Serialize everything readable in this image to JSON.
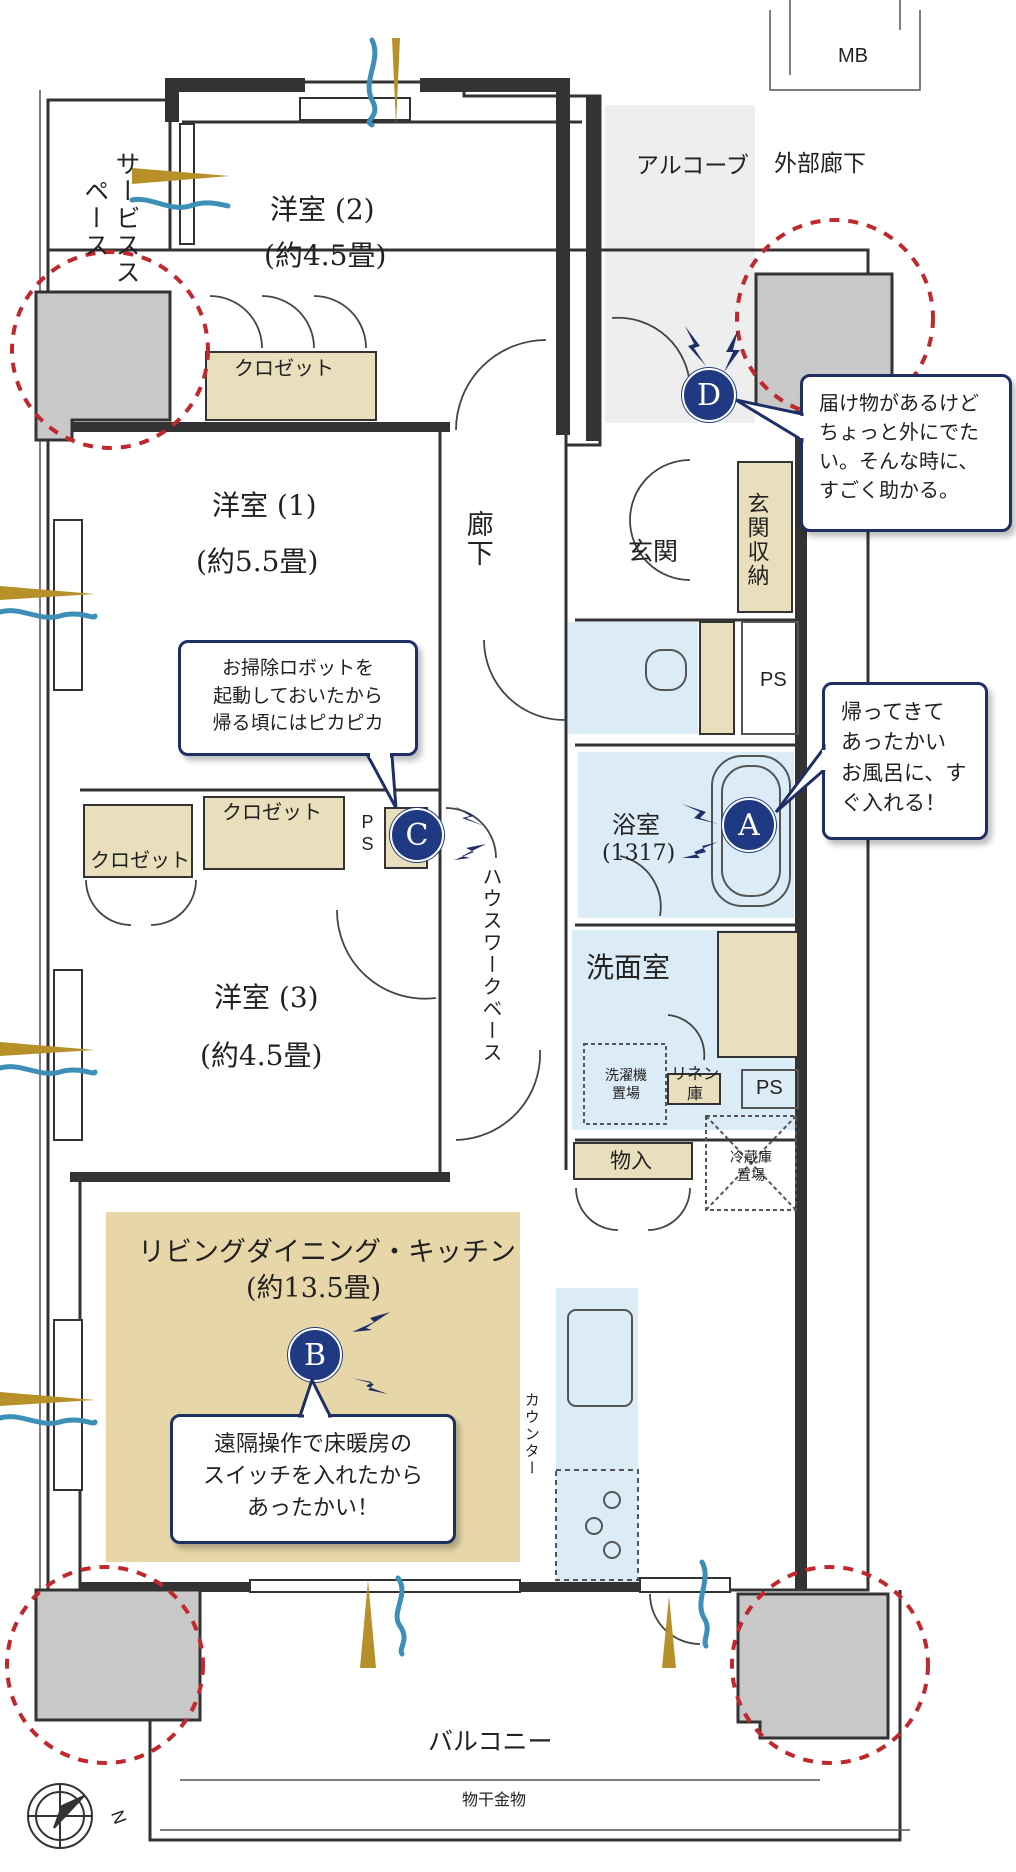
{
  "rooms": {
    "western2_name": "洋室 (2)",
    "western2_size": "(約4.5畳)",
    "western1_name": "洋室 (1)",
    "western1_size": "(約5.5畳)",
    "western3_name": "洋室 (3)",
    "western3_size": "(約4.5畳)",
    "ldk_name": "リビングダイニング・キッチン",
    "ldk_size": "(約13.5畳)",
    "bath_name": "浴室",
    "bath_size": "(1317)",
    "washroom": "洗面室",
    "entrance": "玄関",
    "hallway": "廊下",
    "alcove": "アルコーブ",
    "outer_corridor": "外部廊下",
    "balcony": "バルコニー",
    "service_space": "サービススペース"
  },
  "labels": {
    "mb": "MB",
    "ps1": "PS",
    "ps2": "PS",
    "ps3": "PS",
    "closet1": "クロゼット",
    "closet2": "クロゼット",
    "closet3": "クロゼット",
    "entrance_storage": "玄関収納",
    "housework_base": "ハウスワークベース",
    "laundry": "洗濯機置場",
    "linen": "リネン庫",
    "storage": "物入",
    "fridge": "冷蔵庫置場",
    "counter": "カウンター",
    "drying_rack": "物干金物",
    "compass": "N"
  },
  "markers": {
    "a": "A",
    "b": "B",
    "c": "C",
    "d": "D"
  },
  "callouts": {
    "a": "帰ってきて\nあったかい\nお風呂に、す\nぐ入れる！",
    "b": "遠隔操作で床暖房の\nスイッチを入れたから\nあったかい！",
    "c": "お掃除ロボットを\n起動しておいたから\n帰る頃にはピカピカ",
    "d": "届け物があるけど\nちょっと外にでた\nい。そんな時に、\nすごく助かる。"
  },
  "colors": {
    "wall": "#333333",
    "column": "#c8c8c8",
    "wet_area": "#dcecf7",
    "storage_fill": "#e9dfbd",
    "ldk_highlight": "#e7d7a8",
    "badge": "#1f3a82",
    "dashed_circle": "#c0282d",
    "wind_blue": "#3d8fb8",
    "sun_gold": "#b8902a"
  }
}
